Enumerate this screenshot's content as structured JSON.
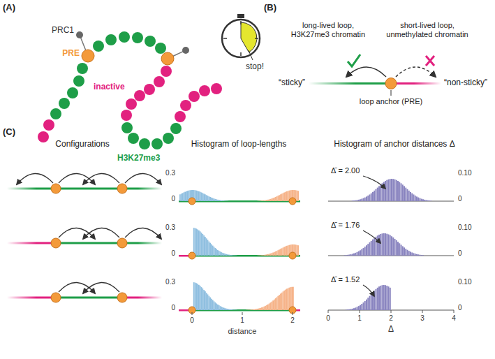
{
  "diagram": {
    "labels": [
      "(A)",
      "PRC1",
      "PRE",
      "inactive",
      "H3K27me3",
      "stop!",
      "(B)",
      "long-lived loop, H3K27me3 chromatin",
      "short-lived loop, unmethylated chromatin",
      "“sticky”",
      "“non-sticky”",
      "loop anchor (PRE)",
      "(C)",
      "Configurations",
      "Histogram of loop-lengths",
      "Histogram of anchor distances Δ",
      "0.3",
      "0",
      "0.3",
      "0",
      "0.3",
      "0",
      "0",
      "1",
      "2",
      "distance",
      "Δ̄ = 2.00",
      "Δ̄ = 1.76",
      "Δ̄ = 1.52",
      "0.10",
      "0",
      "0.10",
      "0",
      "0.10",
      "0",
      "0",
      "1",
      "2",
      "3",
      "4",
      "Δ"
    ]
  }
}
